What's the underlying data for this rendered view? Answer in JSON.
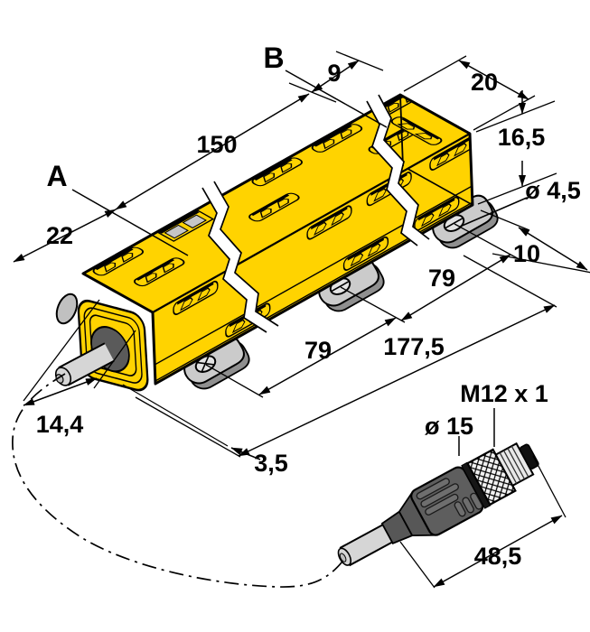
{
  "drawing": {
    "kind": "isometric dimensional drawing",
    "views": [
      "sensor body with break lines",
      "M12 male connector on cable"
    ]
  },
  "labels": {
    "ref_a": "A",
    "ref_b": "B",
    "len_150": "150",
    "wid_22": "22",
    "slot_9": "9",
    "dep_20": "20",
    "hgt_16_5": "16,5",
    "hole_dia": "ø 4,5",
    "tab_10": "10",
    "pitch_79_right": "79",
    "pitch_79_left": "79",
    "len_177_5": "177,5",
    "cap_14_4": "14,4",
    "lip_3_5": "3,5",
    "thread": "M12 x 1",
    "conn_dia": "ø 15",
    "conn_len": "48,5"
  },
  "colors": {
    "body_yellow": "#FFD300",
    "outline_black": "#000000",
    "tab_gray": "#CBCBCB",
    "tab_shadow_gray": "#8F8F8F",
    "cable_gray": "#D6D6D6",
    "led_window_gray": "#C6C6C6",
    "cap_opening_gray": "#5A5A5A",
    "connector_gray": "#5E5E5E",
    "knurl_white": "#F2F2F2",
    "thread_gray": "#E8E8E8",
    "tip_black": "#101010",
    "background": "#FFFFFF"
  }
}
